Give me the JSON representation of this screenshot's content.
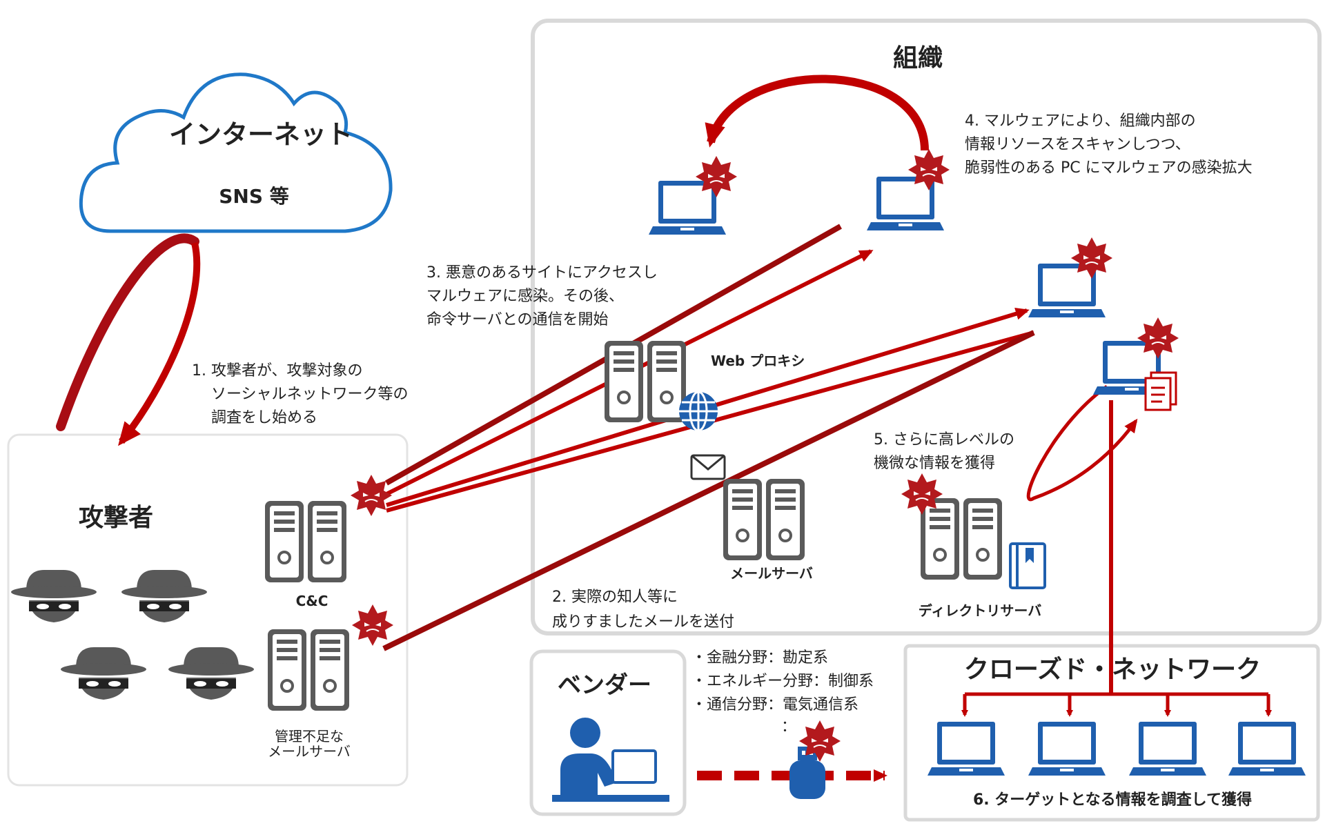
{
  "internet": {
    "title": "インターネット",
    "subtitle": "SNS 等"
  },
  "attacker": {
    "title": "攻撃者",
    "cnc_label": "C&C",
    "mail_server_label_line1": "管理不足な",
    "mail_server_label_line2": "メールサーバ"
  },
  "organization": {
    "title": "組織",
    "web_proxy_label": "Web プロキシ",
    "mail_server_label": "メールサーバ",
    "directory_server_label": "ディレクトリサーバ"
  },
  "vendor": {
    "title": "ベンダー",
    "fields": [
      "・金融分野：勘定系",
      "・エネルギー分野：制御系",
      "・通信分野：電気通信系"
    ],
    "ellipsis": "："
  },
  "closed_network": {
    "title": "クローズド・ネットワーク"
  },
  "steps": {
    "step1": [
      "1. 攻撃者が、攻撃対象の",
      "ソーシャルネットワーク等の",
      "調査をし始める"
    ],
    "step2": [
      "2. 実際の知人等に",
      "成りすましたメールを送付"
    ],
    "step3": [
      "3. 悪意のあるサイトにアクセスし",
      "マルウェアに感染。その後、",
      "命令サーバとの通信を開始"
    ],
    "step4": [
      "4. マルウェアにより、組織内部の",
      "情報リソースをスキャンしつつ、",
      "脆弱性のある PC にマルウェアの感染拡大"
    ],
    "step5": [
      "5. さらに高レベルの",
      "機微な情報を獲得"
    ],
    "step6": "6. ターゲットとなる情報を調査して獲得"
  },
  "colors": {
    "arrow_red": "#c00000",
    "arrow_dark_red": "#9a0a0a",
    "laptop_blue": "#1f5fae",
    "cloud_blue": "#1f78c8",
    "server_gray": "#555555",
    "virus_red": "#b3191d",
    "box_border": "#d9d9d9"
  },
  "icons": [
    "cloud-icon",
    "hacker-icon",
    "server-icon",
    "virus-icon",
    "laptop-icon",
    "globe-icon",
    "envelope-icon",
    "document-icon",
    "book-icon",
    "user-at-desk-icon",
    "usb-drive-icon"
  ]
}
